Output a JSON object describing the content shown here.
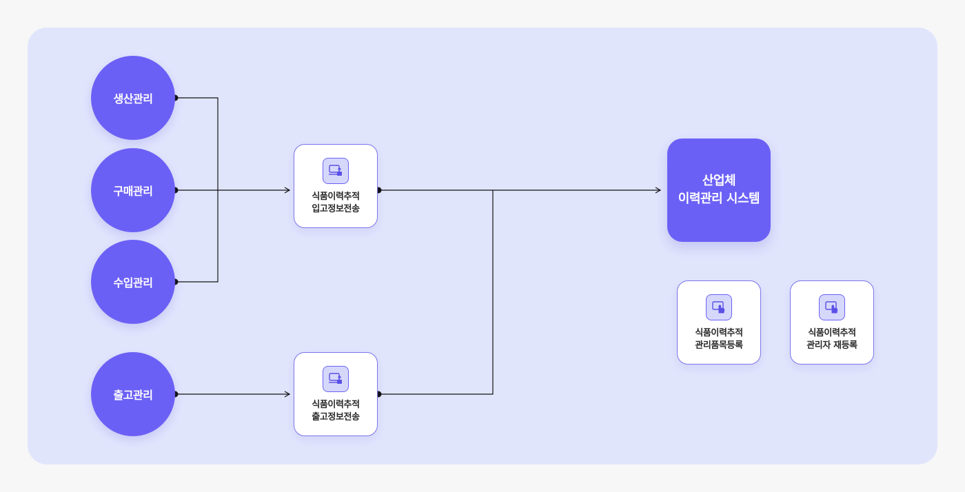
{
  "colors": {
    "panel": "#e1e5fc",
    "accent": "#6b60f5",
    "line": "#111111"
  },
  "sources": [
    {
      "label": "생산관리"
    },
    {
      "label": "구매관리"
    },
    {
      "label": "수입관리"
    },
    {
      "label": "출고관리"
    }
  ],
  "transmit_cards": [
    {
      "line1": "식품이력추적",
      "line2": "입고정보전송",
      "icon": "laptop-upload-icon"
    },
    {
      "line1": "식품이력추적",
      "line2": "출고정보전송",
      "icon": "laptop-upload-icon"
    }
  ],
  "system": {
    "line1": "산업체",
    "line2": "이력관리 시스템"
  },
  "admin_cards": [
    {
      "line1": "식품이력추적",
      "line2": "관리품목등록",
      "icon": "touch-screen-icon"
    },
    {
      "line1": "식품이력추적",
      "line2": "관리자 재등록",
      "icon": "touch-screen-icon"
    }
  ]
}
